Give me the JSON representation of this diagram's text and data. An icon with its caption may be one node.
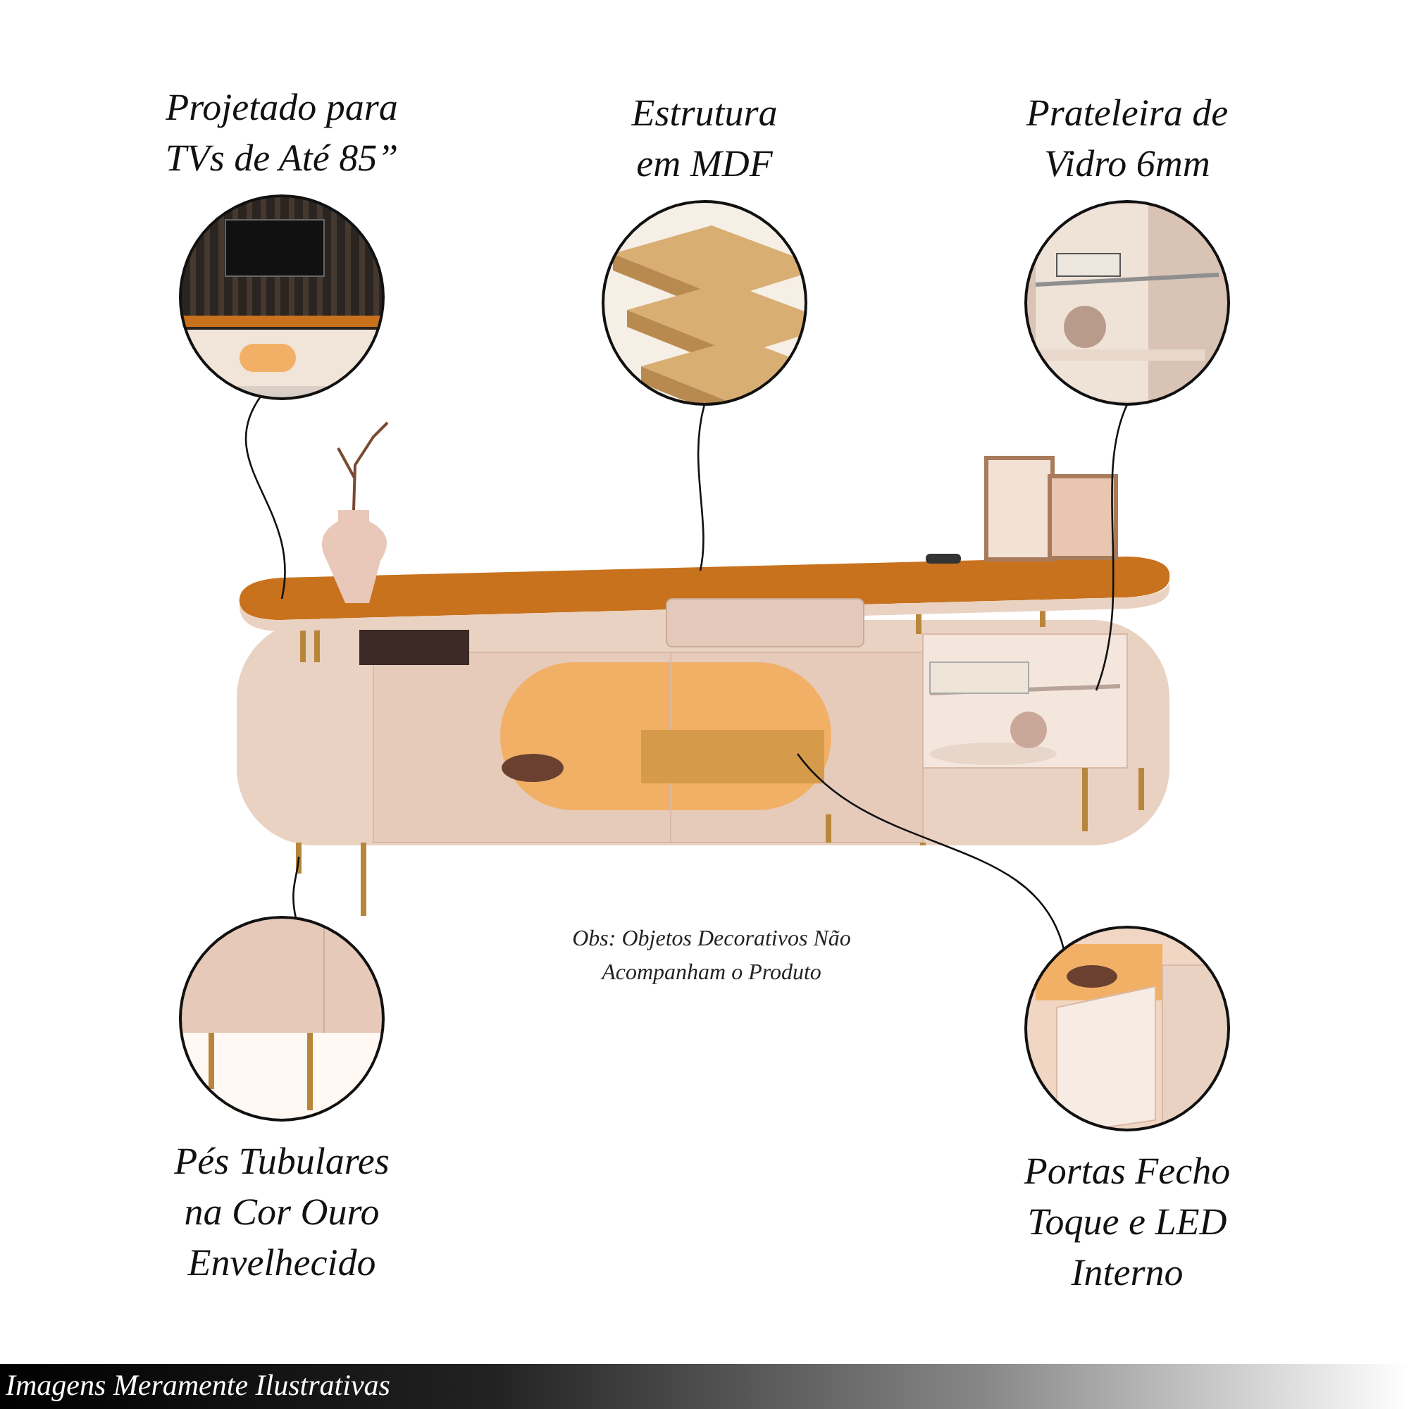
{
  "diagram": {
    "nodes": [
      {
        "text": [
          "Projetado para TVs de Até 85”"
        ]
      },
      {
        "text": [
          "Estrutura em MDF"
        ]
      },
      {
        "text": [
          "Prateleira de Vidro 6mm"
        ]
      },
      {
        "text": [
          "Pés Tubulares na Cor Ouro Envelhecido"
        ]
      },
      {
        "text": [
          "Portas Fecho Toque e LED Interno"
        ]
      }
    ],
    "edges": [
      {
        "from": 0,
        "to": null,
        "arrow": "none"
      },
      {
        "from": 1,
        "to": null,
        "arrow": "none"
      },
      {
        "from": 2,
        "to": null,
        "arrow": "none"
      },
      {
        "from": 3,
        "to": null,
        "arrow": "none"
      },
      {
        "from": 4,
        "to": null,
        "arrow": "none"
      }
    ],
    "labels": [
      "Obs: Objetos Decorativos Não Acompanham o Produto",
      "Imagens Meramente Ilustrativas"
    ]
  }
}
